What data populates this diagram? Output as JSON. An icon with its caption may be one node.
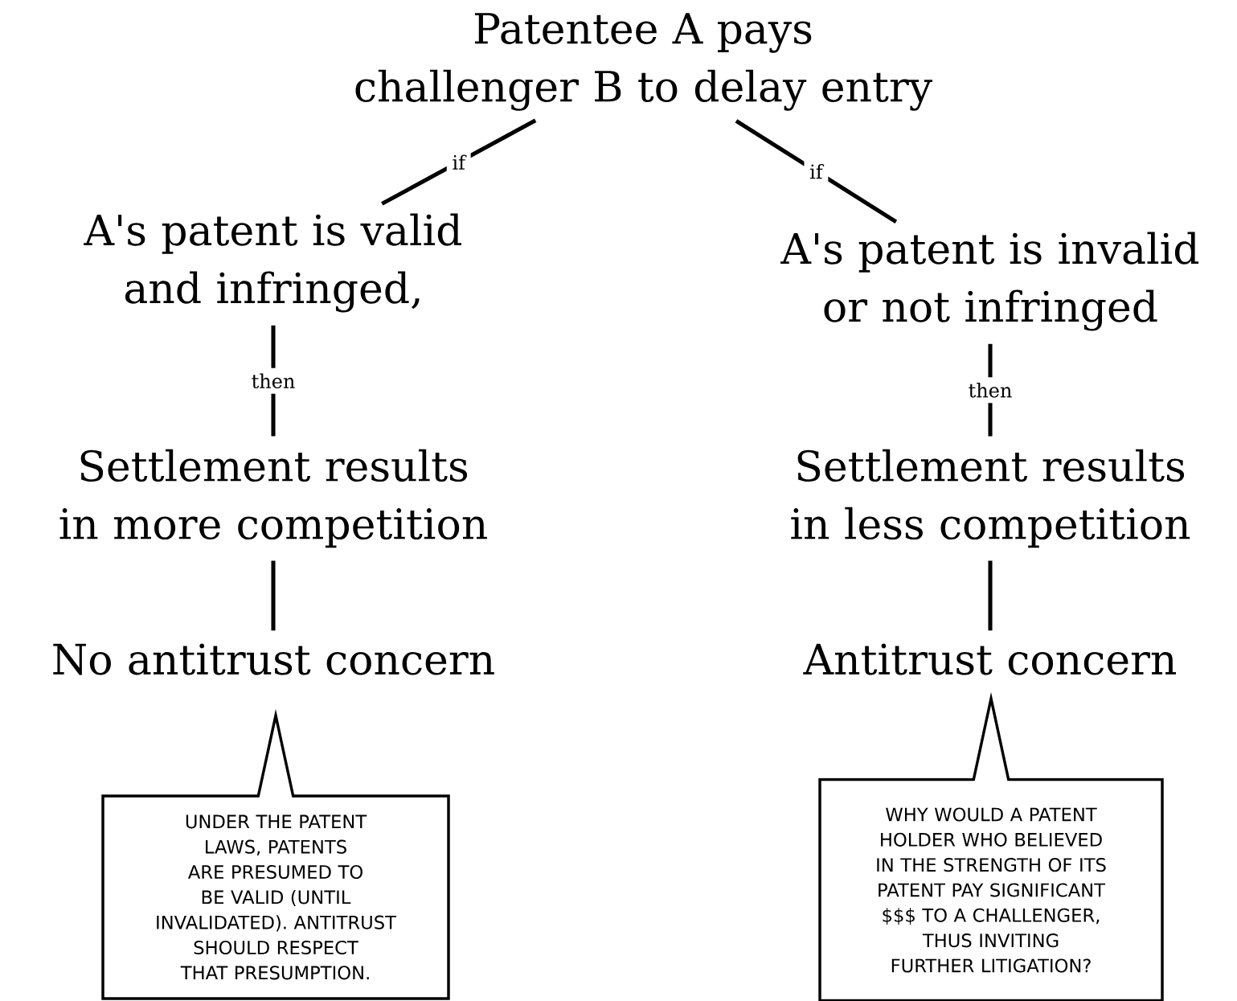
{
  "diagram": {
    "nodes": [
      {
        "text": [
          "Patentee A pays challenger B to delay entry"
        ]
      },
      {
        "text": [
          "A's patent is valid and infringed,"
        ]
      },
      {
        "text": [
          "A's patent is invalid or not infringed"
        ]
      },
      {
        "text": [
          "Settlement results in more competition"
        ]
      },
      {
        "text": [
          "Settlement results in less competition"
        ]
      },
      {
        "text": [
          "No antitrust concern"
        ]
      },
      {
        "text": [
          "Antitrust concern"
        ]
      },
      {
        "text": [
          "UNDER THE PATENT LAWS, PATENTS ARE PRESUMED TO BE VALID (UNTIL INVALIDATED). ANTITRUST SHOULD RESPECT THAT PRESUMPTION."
        ]
      },
      {
        "text": [
          "WHY WOULD A PATENT HOLDER WHO BELIEVED IN THE STRENGTH OF ITS PATENT PAY SIGNIFICANT $$$ TO A CHALLENGER, THUS INVITING FURTHER LITIGATION?"
        ]
      }
    ],
    "edges": [
      {
        "from": 0,
        "to": 1,
        "arrow": "none",
        "label": "if"
      },
      {
        "from": 0,
        "to": 2,
        "arrow": "none",
        "label": "if"
      },
      {
        "from": 1,
        "to": 3,
        "arrow": "none",
        "label": "then"
      },
      {
        "from": 2,
        "to": 4,
        "arrow": "none",
        "label": "then"
      },
      {
        "from": 3,
        "to": 5,
        "arrow": "none"
      },
      {
        "from": 4,
        "to": 6,
        "arrow": "none"
      }
    ]
  }
}
